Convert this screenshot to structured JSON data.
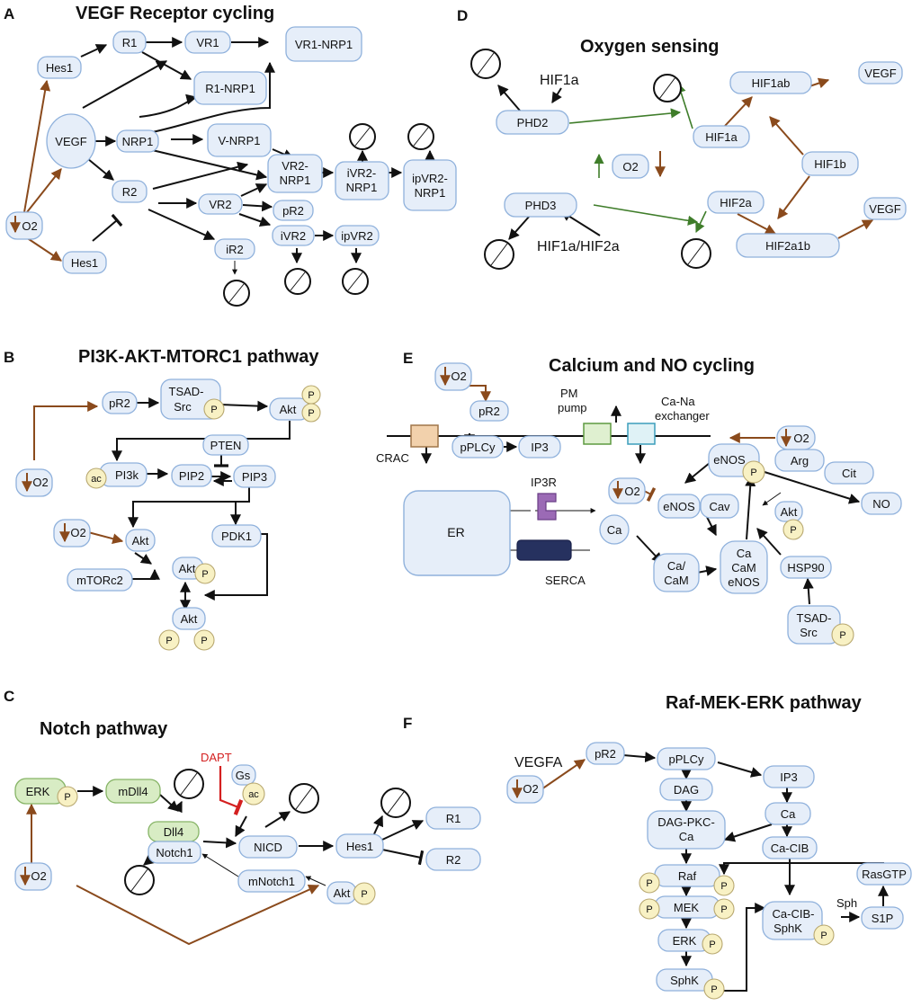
{
  "panels": {
    "A": {
      "letter": "A",
      "title": "VEGF Receptor cycling"
    },
    "B": {
      "letter": "B",
      "title": "PI3K-AKT-MTORC1 pathway"
    },
    "C": {
      "letter": "C",
      "title": "Notch pathway"
    },
    "D": {
      "letter": "D",
      "title": "Oxygen sensing"
    },
    "E": {
      "letter": "E",
      "title": "Calcium and NO cycling"
    },
    "F": {
      "letter": "F",
      "title": "Raf-MEK-ERK pathway"
    }
  },
  "phospho": "P",
  "acetyl": "ac",
  "a": {
    "hes1": "Hes1",
    "r1": "R1",
    "vr1": "VR1",
    "vr1nrp1": "VR1-NRP1",
    "r1nrp1": "R1-NRP1",
    "vegf": "VEGF",
    "nrp1": "NRP1",
    "vnrp1": "V-NRP1",
    "vr2nrp1_l1": "VR2-",
    "vr2nrp1_l2": "NRP1",
    "ivr2nrp1_l1": "iVR2-",
    "ivr2nrp1_l2": "NRP1",
    "ipvr2nrp1_l1": "ipVR2-",
    "ipvr2nrp1_l2": "NRP1",
    "r2": "R2",
    "vr2": "VR2",
    "pr2": "pR2",
    "o2": "O2",
    "ivr2": "iVR2",
    "ipvr2": "ipVR2",
    "ir2": "iR2"
  },
  "b": {
    "pr2": "pR2",
    "tsad_l1": "TSAD-",
    "tsad_l2": "Src",
    "akt_top": "Akt",
    "o2": "O2",
    "pten": "PTEN",
    "pi3k": "PI3k",
    "pip2": "PIP2",
    "pip3": "PIP3",
    "akt": "Akt",
    "pdk1": "PDK1",
    "mtorc2": "mTORc2"
  },
  "c": {
    "erk": "ERK",
    "mdll4": "mDll4",
    "dll4": "Dll4",
    "notch1": "Notch1",
    "dapt": "DAPT",
    "gs": "Gs",
    "nicd": "NICD",
    "hes1": "Hes1",
    "r1": "R1",
    "r2": "R2",
    "mnotch1": "mNotch1",
    "akt": "Akt",
    "o2": "O2"
  },
  "d": {
    "hif1a_free": "HIF1a",
    "phd2": "PHD2",
    "hif1ab": "HIF1ab",
    "vegf": "VEGF",
    "hif1a": "HIF1a",
    "o2": "O2",
    "hif1b": "HIF1b",
    "phd3": "PHD3",
    "hif2a": "HIF2a",
    "hif1a_hif2a": "HIF1a/HIF2a",
    "hif2a1b": "HIF2a1b"
  },
  "e": {
    "o2": "O2",
    "pr2": "pR2",
    "pm_l1": "PM",
    "pm_l2": "pump",
    "cana_l1": "Ca-Na",
    "cana_l2": "exchanger",
    "crac": "CRAC",
    "pplcy": "pPLCy",
    "ip3": "IP3",
    "enos": "eNOS",
    "arg": "Arg",
    "cit": "Cit",
    "no": "NO",
    "ip3r": "IP3R",
    "er": "ER",
    "cav": "Cav",
    "ca": "Ca",
    "serca": "SERCA",
    "cacam_l1": "Ca/",
    "cacam_l2": "CaM",
    "ccme_l1": "Ca",
    "ccme_l2": "CaM",
    "ccme_l3": "eNOS",
    "hsp90": "HSP90",
    "tsad_l1": "TSAD-",
    "tsad_l2": "Src"
  },
  "f": {
    "vegfa": "VEGFA",
    "o2": "O2",
    "pr2": "pR2",
    "pplcy": "pPLCy",
    "ip3": "IP3",
    "dag": "DAG",
    "ca": "Ca",
    "dpc_l1": "DAG-PKC-",
    "dpc_l2": "Ca",
    "cacib": "Ca-CIB",
    "raf": "Raf",
    "rasgtp": "RasGTP",
    "mek": "MEK",
    "sph": "Sph",
    "ccs_l1": "Ca-CIB-",
    "ccs_l2": "SphK",
    "s1p": "S1P",
    "erk": "ERK",
    "sphk": "SphK"
  }
}
